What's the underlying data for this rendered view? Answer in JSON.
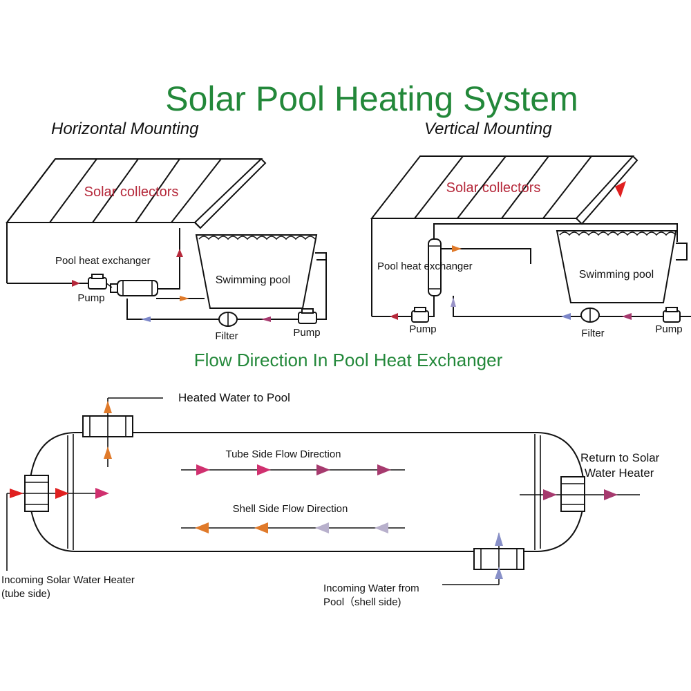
{
  "title": "Solar Pool Heating System",
  "colors": {
    "title_green": "#23883a",
    "collector_red": "#b5283a",
    "arrow_red": "#e02020",
    "arrow_magenta": "#d0306f",
    "arrow_violet": "#a63a6e",
    "arrow_orange": "#e07a2a",
    "arrow_lilac": "#b8b0cc",
    "arrow_blue": "#7b86c8"
  },
  "horizontal": {
    "heading": "Horizontal Mounting",
    "collectors": "Solar collectors",
    "exchanger": "Pool heat exchanger",
    "pool": "Swimming pool",
    "pump_left": "Pump",
    "filter": "Filter",
    "pump_right": "Pump"
  },
  "vertical": {
    "heading": "Vertical Mounting",
    "collectors": "Solar collectors",
    "exchanger": "Pool heat exchanger",
    "pool": "Swimming pool",
    "pump_left": "Pump",
    "filter": "Filter",
    "pump_right": "Pump"
  },
  "flow": {
    "heading": "Flow Direction  In Pool Heat Exchanger",
    "heated_to_pool": "Heated Water to Pool",
    "tube_side": "Tube Side  Flow  Direction",
    "shell_side": "Shell Side Flow Direction",
    "return_line1": "Return to Solar",
    "return_line2": "Water Heater",
    "incoming_solar_line1": "Incoming Solar Water Heater",
    "incoming_solar_line2": "(tube side)",
    "incoming_pool_line1": "Incoming Water from",
    "incoming_pool_line2": "Pool（shell side)"
  }
}
